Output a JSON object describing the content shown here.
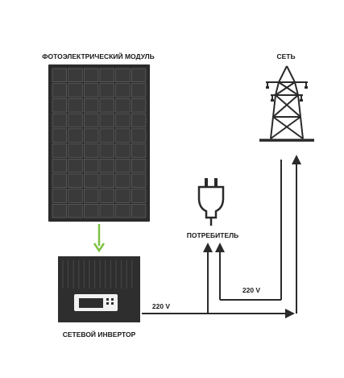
{
  "labels": {
    "pv_module": "ФОТОЭЛЕКТРИЧЕСКИЙ МОДУЛЬ",
    "grid": "СЕТЬ",
    "consumer": "ПОТРЕБИТЕЛЬ",
    "inverter": "СЕТЕВОЙ ИНВЕРТОР",
    "voltage_inverter_out": "220 V",
    "voltage_grid": "220 V"
  },
  "colors": {
    "panel_frame": "#2b2b2b",
    "panel_cell": "#3a3a3a",
    "panel_cell_line": "#6b6b6b",
    "inverter_body": "#2e2e2e",
    "arrow_green": "#7cc243",
    "line_dark": "#2a2a2a"
  },
  "icons": {
    "pv_module": "solar-panel-icon",
    "grid": "power-tower-icon",
    "consumer": "plug-icon",
    "inverter": "inverter-icon"
  }
}
